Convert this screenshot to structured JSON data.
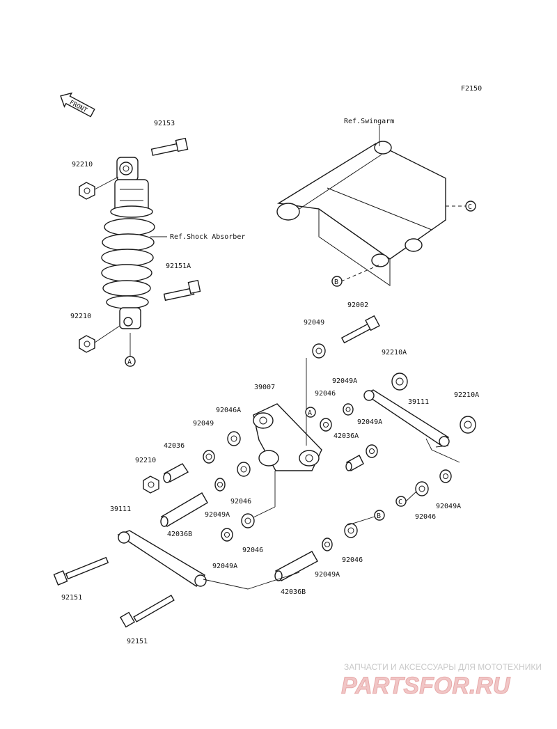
{
  "figure_code": "F2150",
  "front_badge": "FRONT",
  "refs": {
    "shock_absorber": "Ref.Shock Absorber",
    "swingarm": "Ref.Swingarm"
  },
  "callout_letters": {
    "a1": "A",
    "a2": "A",
    "b1": "B",
    "b2": "B",
    "c1": "C",
    "c2": "C"
  },
  "part_numbers": [
    "92153",
    "92210",
    "92151A",
    "92210",
    "92002",
    "92049",
    "39007",
    "92049A",
    "92046",
    "92210A",
    "39111",
    "92210A",
    "92046A",
    "92049",
    "92049A",
    "42036",
    "42036A",
    "92210",
    "92046",
    "92049A",
    "92046",
    "92049A",
    "42036B",
    "92046",
    "39111",
    "92046",
    "92049A",
    "92049A",
    "42036B",
    "92151",
    "92151"
  ],
  "watermark": {
    "line1": "ЗАПЧАСТИ И АКСЕССУАРЫ ДЛЯ МОТОТЕХНИКИ",
    "line2": "PARTSFOR.RU"
  }
}
